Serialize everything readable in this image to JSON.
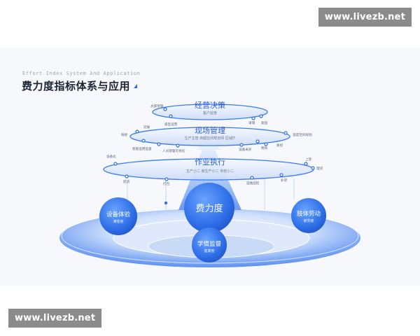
{
  "watermark": "www.livezb.net",
  "header": {
    "subtitle": "Effort Index System And Application",
    "title": "费力度指标体系与应用"
  },
  "tiers": [
    {
      "title": "经营决策",
      "caption": "客户监管",
      "nodes": [
        "总部管理",
        "级型运营",
        "请储",
        "复盘"
      ]
    },
    {
      "title": "现场管理",
      "caption": "生产主管   商超空间规划师   区域IT",
      "nodes": [
        "延展",
        "链接",
        "智能运用监督",
        "人员管理可视化",
        "设备采买",
        "物资",
        "温度空间规划",
        "质控"
      ]
    },
    {
      "title": "作业执行",
      "caption": "生产小二   库生产小二   专检小二",
      "nodes": [
        "设备化",
        "提货",
        "打包",
        "运维品检",
        "补货",
        "上架",
        "理货"
      ]
    }
  ],
  "circles": {
    "center": "费力度",
    "left": {
      "title": "设备体验",
      "sub": "满意度"
    },
    "right": {
      "title": "肢体劳动",
      "sub": "疲劳度"
    },
    "bottom": {
      "title": "学情监督",
      "sub": "健康度"
    }
  }
}
